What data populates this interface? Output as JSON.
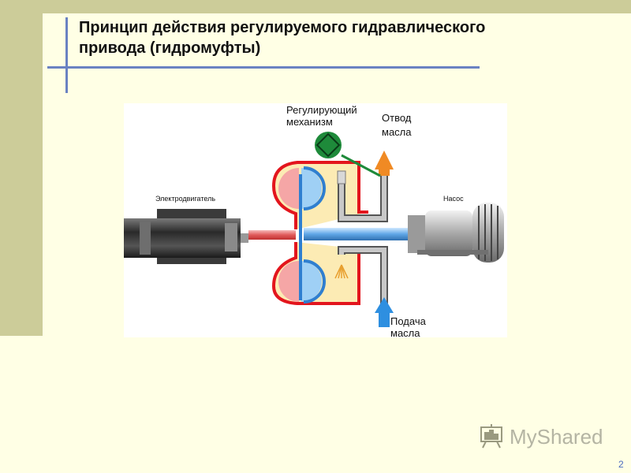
{
  "title": {
    "line1": "Принцип действия регулируемого гидравлического",
    "line2": "привода (гидромуфты)"
  },
  "diagram": {
    "label_regulating_line1": "Регулирующий",
    "label_regulating_line2": "механизм",
    "label_outlet_line1": "Отвод",
    "label_outlet_line2": "масла",
    "label_motor": "Электродвигатель",
    "label_pump": "Насос",
    "label_inlet_line1": "Подача",
    "label_inlet_line2": "масла"
  },
  "watermark": {
    "text": "MyShared"
  },
  "page_number": "2",
  "colors": {
    "band": "#CCCC99",
    "background": "#FFFFE5",
    "accent_line": "#6A82C2",
    "outlet_arrow": "#F08A24",
    "inlet_arrow": "#2E8FE0",
    "housing_red": "#E3151D",
    "mechanism_green": "#1E8A3A"
  }
}
